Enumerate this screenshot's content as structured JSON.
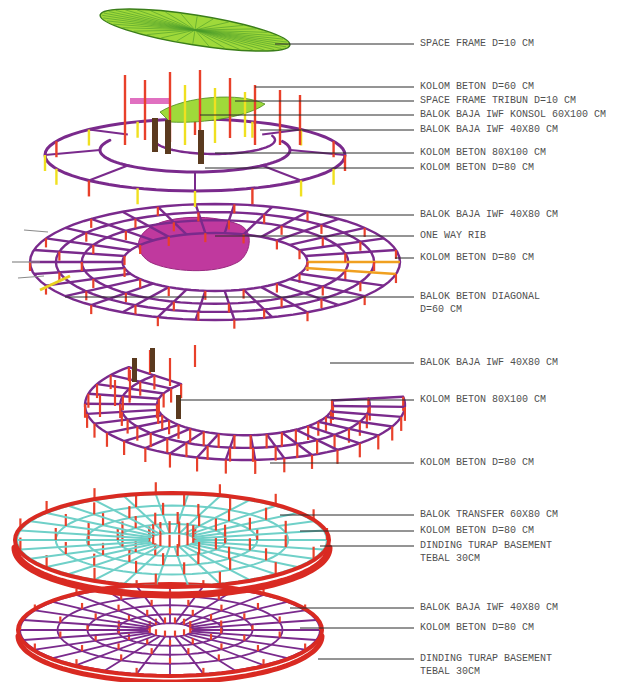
{
  "diagram": {
    "labels": [
      "SPACE FRAME D=10 CM",
      "KOLOM BETON D=60 CM",
      "SPACE FRAME TRIBUN D=10 CM",
      "BALOK BAJA IWF KONSOL 60X100 CM",
      "BALOK BAJA IWF 40X80 CM",
      "KOLOM BETON 80X100 CM",
      "KOLOM BETON D=80 CM",
      "BALOK BAJA IWF 40X80 CM",
      "ONE WAY RIB",
      "KOLOM BETON D=80 CM",
      "BALOK BETON DIAGONAL D=60 CM",
      "BALOK BAJA IWF 40X80 CM",
      "KOLOM BETON 80X100 CM",
      "KOLOM BETON D=80 CM",
      "BALOK TRANSFER 60X80 CM",
      "KOLOM BETON D=80 CM",
      "DINDING TURAP BASEMENT TEBAL 30CM",
      "BALOK BAJA IWF 40X80 CM",
      "KOLOM BETON D=80 CM",
      "DINDING TURAP BASEMENT TEBAL 30CM"
    ]
  }
}
